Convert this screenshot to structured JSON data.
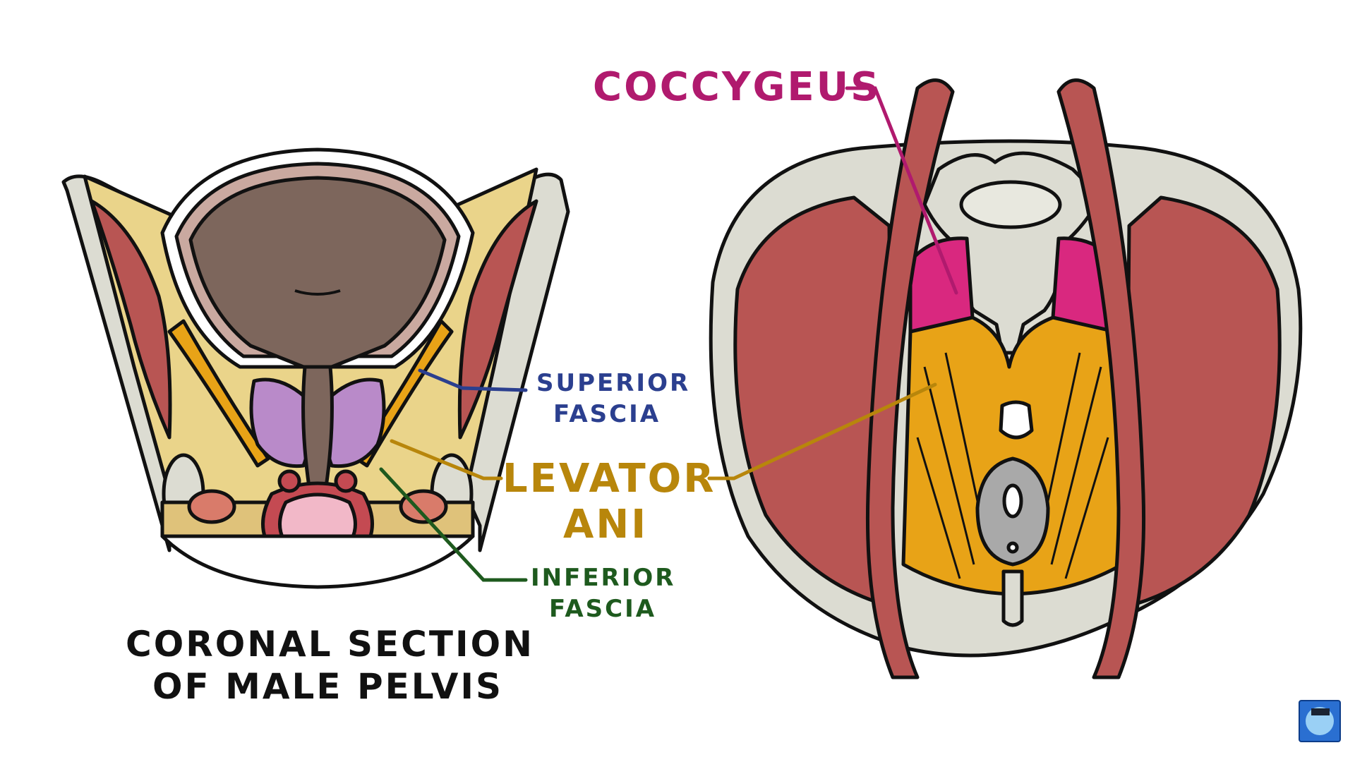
{
  "labels": {
    "coccygeus": "COCCYGEUS",
    "superior_fascia_line1": "SUPERIOR",
    "superior_fascia_line2": "FASCIA",
    "levator_line1": "LEVATOR",
    "levator_line2": "ANI",
    "inferior_fascia_line1": "INFERIOR",
    "inferior_fascia_line2": "FASCIA",
    "caption_line1": "CORONAL SECTION",
    "caption_line2": "OF MALE PELVIS"
  },
  "colors": {
    "coccygeus": "#b01a6e",
    "coccygeus_muscle": "#d9287f",
    "superior_fascia": "#2b3f8f",
    "levator_ani": "#b8860b",
    "levator_muscle": "#e8a317",
    "inferior_fascia": "#1e5a1e",
    "muscle_red": "#b85553",
    "bone": "#dcdcd2",
    "bladder": "#7d665c",
    "prostate": "#b98ac9",
    "fat": "#ead48a",
    "rectum_pink": "#f2b8c8",
    "outline": "#111111"
  },
  "icons": [
    "channel-logo-icon"
  ]
}
